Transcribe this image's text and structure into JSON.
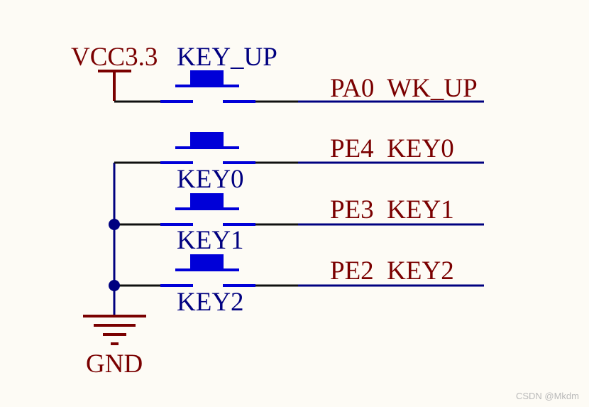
{
  "colors": {
    "background": "#fdfbf5",
    "net_label": "#7a0000",
    "component": "#0000d8",
    "wire_blue": "#000080",
    "wire_dark": "#101010",
    "junction": "#000080"
  },
  "power": {
    "vcc_label": "VCC3.3",
    "gnd_label": "GND"
  },
  "buttons": [
    {
      "ref": "KEY_UP",
      "net": "PA0  WK_UP"
    },
    {
      "ref": "KEY0",
      "net": "PE4  KEY0"
    },
    {
      "ref": "KEY1",
      "net": "PE3  KEY1"
    },
    {
      "ref": "KEY2",
      "net": "PE2  KEY2"
    }
  ],
  "watermark": "CSDN @Mkdm"
}
